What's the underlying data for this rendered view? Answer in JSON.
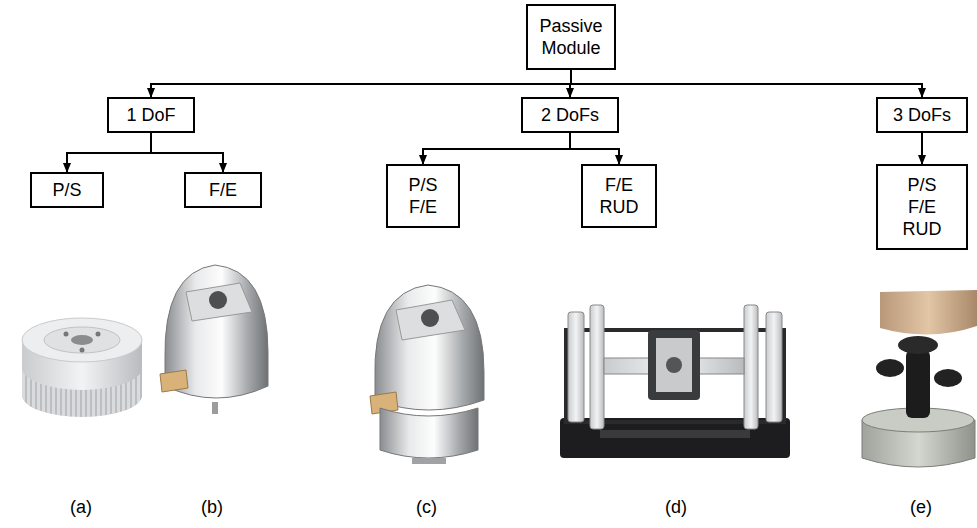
{
  "diagram": {
    "nodes": [
      {
        "text": [
          "Passive Module"
        ]
      },
      {
        "text": [
          "1 DoF"
        ]
      },
      {
        "text": [
          "2 DoFs"
        ]
      },
      {
        "text": [
          "3 DoFs"
        ]
      },
      {
        "text": [
          "P/S"
        ]
      },
      {
        "text": [
          "F/E"
        ]
      },
      {
        "text": [
          "P/S F/E"
        ]
      },
      {
        "text": [
          "F/E RUD"
        ]
      },
      {
        "text": [
          "P/S F/E RUD"
        ]
      }
    ],
    "edges": [
      {
        "from": 0,
        "to": 1,
        "arrow": "to"
      },
      {
        "from": 0,
        "to": 2,
        "arrow": "to"
      },
      {
        "from": 0,
        "to": 3,
        "arrow": "to"
      },
      {
        "from": 1,
        "to": 4,
        "arrow": "to"
      },
      {
        "from": 1,
        "to": 5,
        "arrow": "to"
      },
      {
        "from": 2,
        "to": 6,
        "arrow": "to"
      },
      {
        "from": 2,
        "to": 7,
        "arrow": "to"
      },
      {
        "from": 3,
        "to": 8,
        "arrow": "to"
      }
    ],
    "labels": [
      "(a)",
      "(b)",
      "(c)",
      "(d)",
      "(e)"
    ]
  }
}
